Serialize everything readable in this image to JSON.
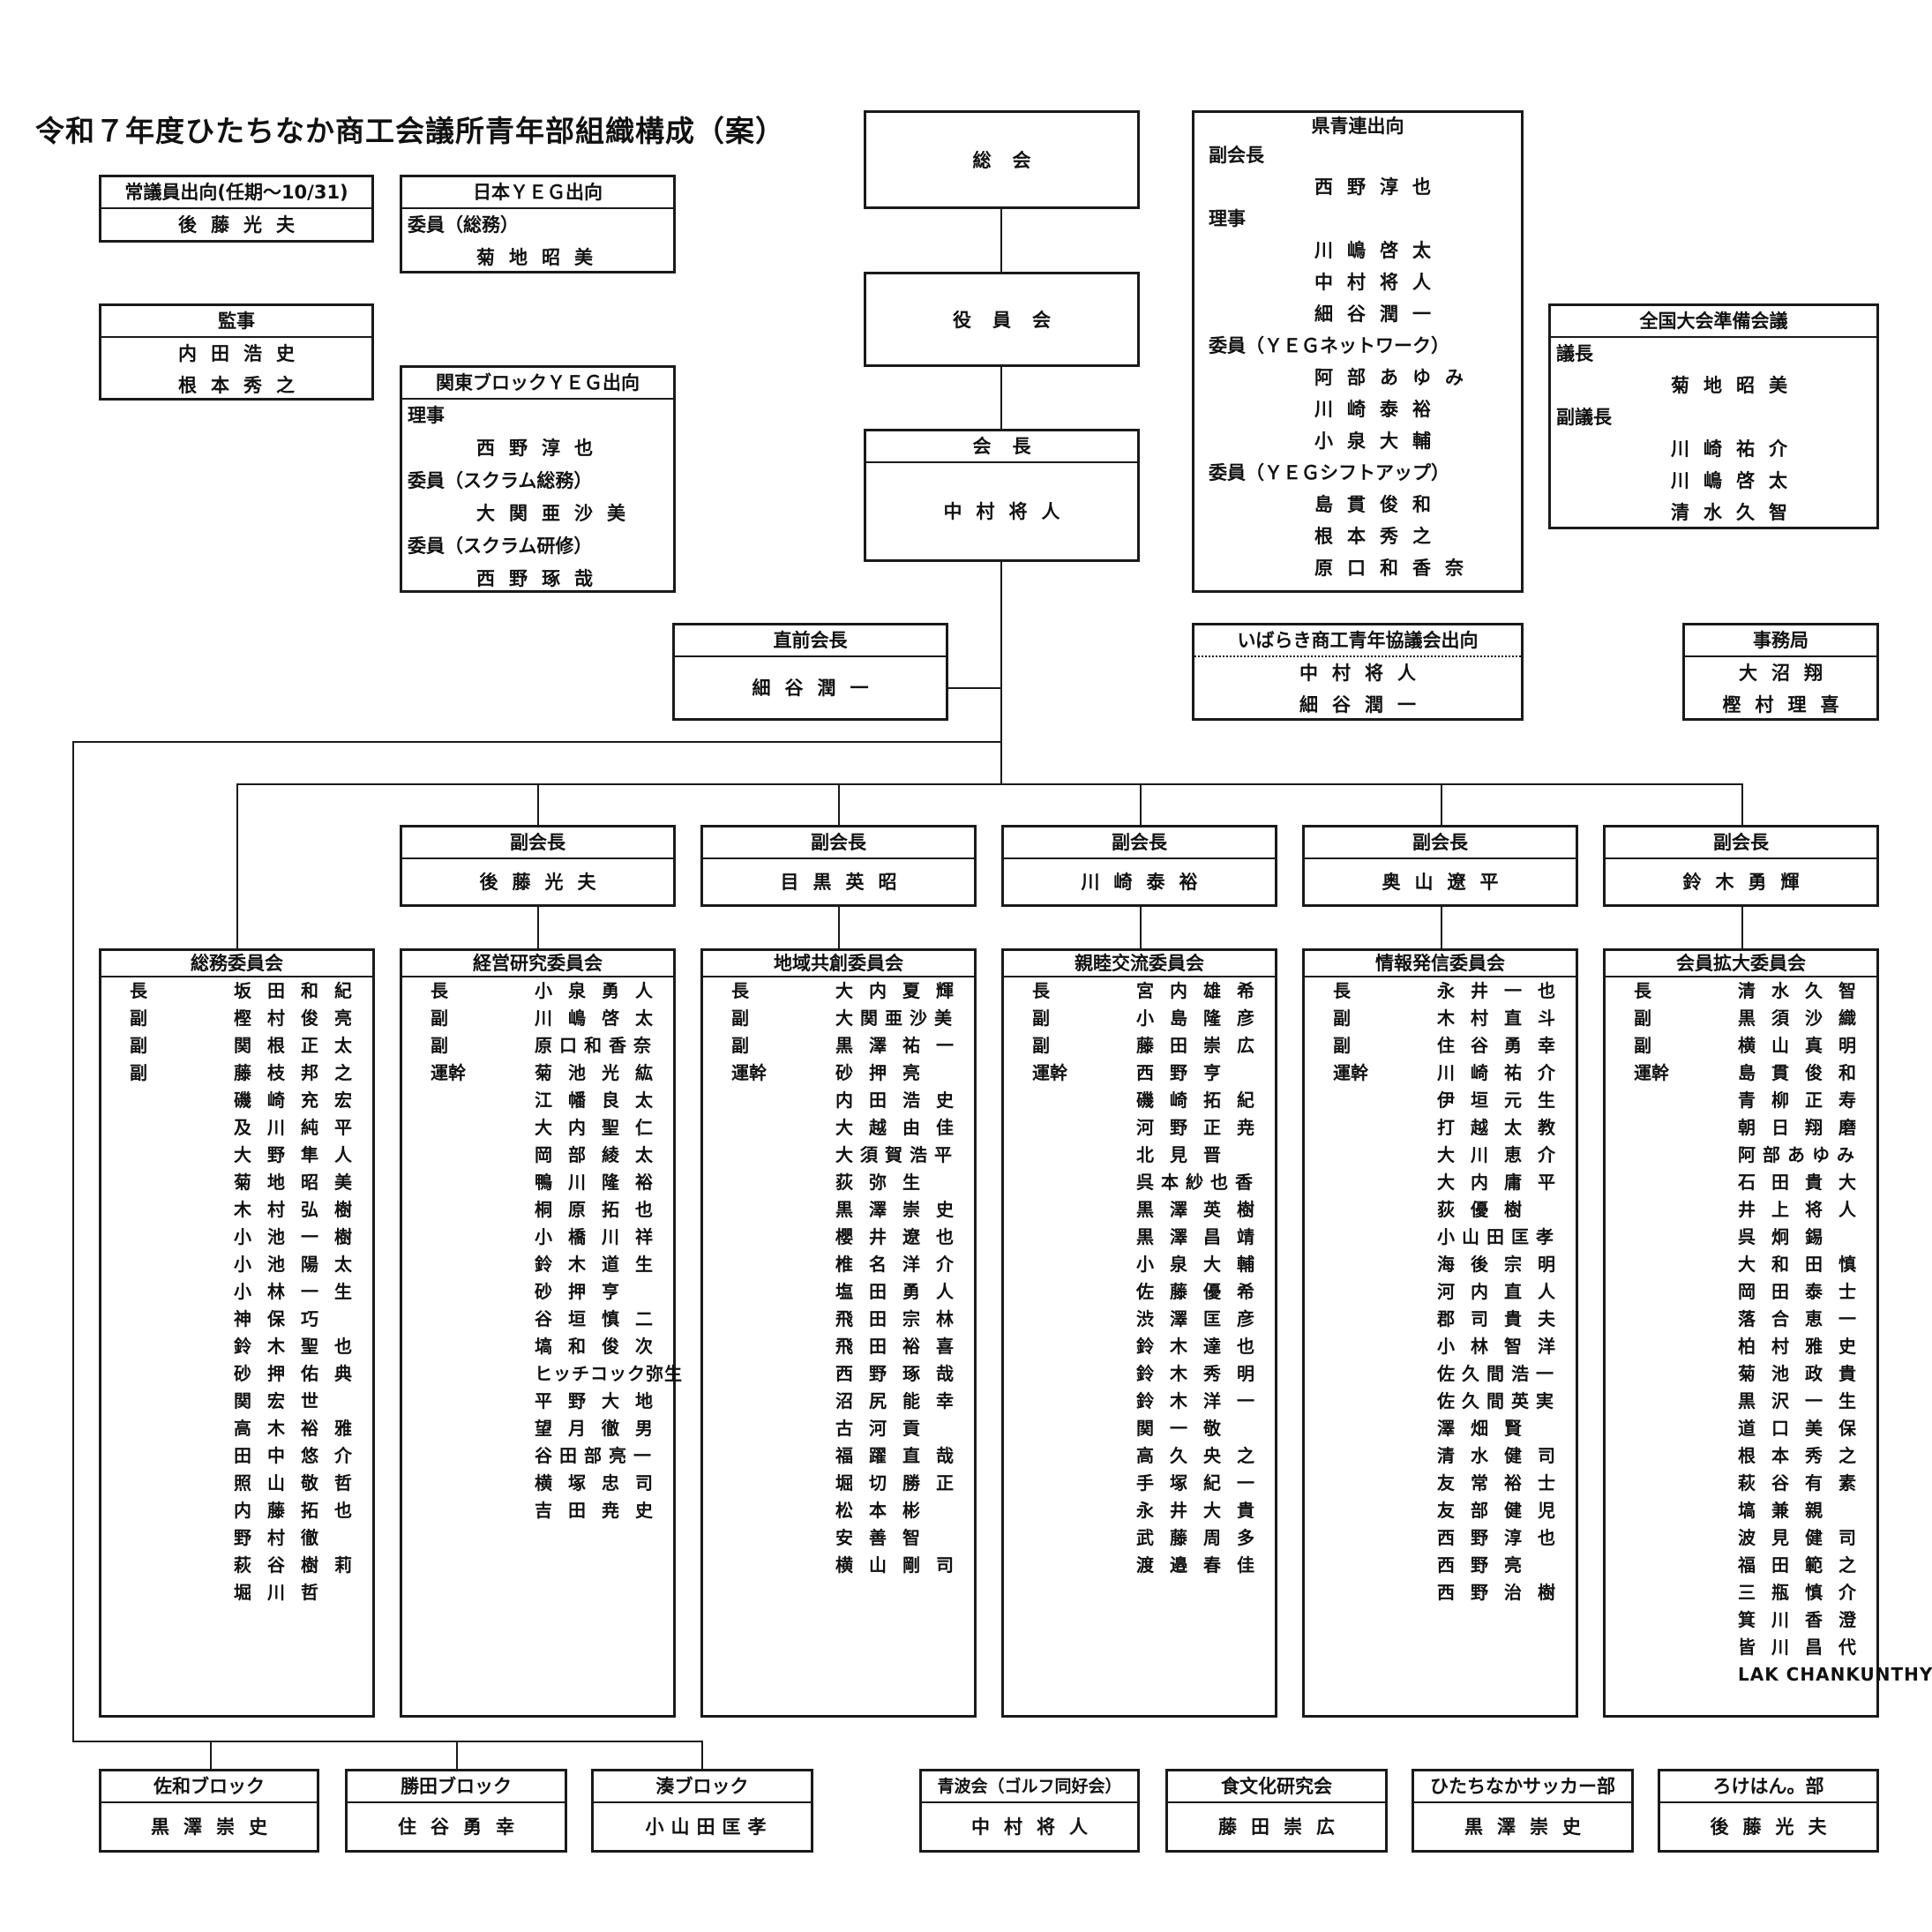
{
  "title": "令和７年度ひたちなか商工会議所青年部組織構成（案）",
  "jouginin": {
    "header": "常議員出向(任期～10/31)",
    "name": "後藤光夫"
  },
  "nihon_yeg": {
    "header": "日本ＹＥＧ出向",
    "role": "委員（総務）",
    "name": "菊地昭美"
  },
  "kanji": {
    "header": "監事",
    "names": [
      "内田浩史",
      "根本秀之"
    ]
  },
  "kanto": {
    "header": "関東ブロックＹＥＧ出向",
    "lines": [
      {
        "role": "理事",
        "name": ""
      },
      {
        "role": "",
        "name": "西野淳也"
      },
      {
        "role": "委員（スクラム総務）",
        "name": ""
      },
      {
        "role": "",
        "name": "大関亜沙美"
      },
      {
        "role": "委員（スクラム研修）",
        "name": ""
      },
      {
        "role": "",
        "name": "西野琢哉"
      }
    ]
  },
  "soukai": "総会",
  "yakuinkai": "役員会",
  "kaicho": {
    "header": "会長",
    "name": "中村将人"
  },
  "kenseiren": {
    "header": "県青連出向",
    "lines": [
      {
        "role": "副会長",
        "name": ""
      },
      {
        "role": "",
        "name": "西野淳也"
      },
      {
        "role": "理事",
        "name": ""
      },
      {
        "role": "",
        "name": "川嶋啓太"
      },
      {
        "role": "",
        "name": "中村将人"
      },
      {
        "role": "",
        "name": "細谷潤一"
      },
      {
        "role": "委員（ＹＥＧネットワーク）",
        "name": ""
      },
      {
        "role": "",
        "name": "阿部あゆみ"
      },
      {
        "role": "",
        "name": "川崎泰裕"
      },
      {
        "role": "",
        "name": "小泉大輔"
      },
      {
        "role": "委員（ＹＥＧシフトアップ）",
        "name": ""
      },
      {
        "role": "",
        "name": "島貫俊和"
      },
      {
        "role": "",
        "name": "根本秀之"
      },
      {
        "role": "",
        "name": "原口和香奈"
      }
    ]
  },
  "zenkoku": {
    "header": "全国大会準備会議",
    "lines": [
      {
        "role": "議長",
        "name": ""
      },
      {
        "role": "",
        "name": "菊地昭美"
      },
      {
        "role": "副議長",
        "name": ""
      },
      {
        "role": "",
        "name": "川崎祐介"
      },
      {
        "role": "",
        "name": "川嶋啓太"
      },
      {
        "role": "",
        "name": "清水久智"
      }
    ]
  },
  "chokuzen": {
    "header": "直前会長",
    "name": "細谷潤一"
  },
  "ibaraki": {
    "header": "いばらき商工青年協議会出向",
    "names": [
      "中村将人",
      "細谷潤一"
    ]
  },
  "jimukyoku": {
    "header": "事務局",
    "names": [
      "大沼翔",
      "樫村理喜"
    ]
  },
  "vice_presidents": [
    {
      "header": "副会長",
      "name": "後藤光夫"
    },
    {
      "header": "副会長",
      "name": "目黒英昭"
    },
    {
      "header": "副会長",
      "name": "川崎泰裕"
    },
    {
      "header": "副会長",
      "name": "奥山遼平"
    },
    {
      "header": "副会長",
      "name": "鈴木勇輝"
    }
  ],
  "committees": [
    {
      "title": "総務委員会",
      "members": [
        {
          "role": "長",
          "name": "坂田和紀"
        },
        {
          "role": "副",
          "name": "樫村俊亮"
        },
        {
          "role": "副",
          "name": "関根正太"
        },
        {
          "role": "副",
          "name": "藤枝邦之"
        },
        {
          "role": "",
          "name": "磯崎充宏"
        },
        {
          "role": "",
          "name": "及川純平"
        },
        {
          "role": "",
          "name": "大野隼人"
        },
        {
          "role": "",
          "name": "菊地昭美"
        },
        {
          "role": "",
          "name": "木村弘樹"
        },
        {
          "role": "",
          "name": "小池一樹"
        },
        {
          "role": "",
          "name": "小池陽太"
        },
        {
          "role": "",
          "name": "小林一生"
        },
        {
          "role": "",
          "name": "神保巧"
        },
        {
          "role": "",
          "name": "鈴木聖也"
        },
        {
          "role": "",
          "name": "砂押佑典"
        },
        {
          "role": "",
          "name": "関宏世"
        },
        {
          "role": "",
          "name": "高木裕雅"
        },
        {
          "role": "",
          "name": "田中悠介"
        },
        {
          "role": "",
          "name": "照山敬哲"
        },
        {
          "role": "",
          "name": "内藤拓也"
        },
        {
          "role": "",
          "name": "野村徹"
        },
        {
          "role": "",
          "name": "萩谷樹莉"
        },
        {
          "role": "",
          "name": "堀川哲"
        }
      ]
    },
    {
      "title": "経営研究委員会",
      "members": [
        {
          "role": "長",
          "name": "小泉勇人"
        },
        {
          "role": "副",
          "name": "川嶋啓太"
        },
        {
          "role": "副",
          "name": "原口和香奈"
        },
        {
          "role": "運幹",
          "name": "菊池光紘"
        },
        {
          "role": "",
          "name": "江幡良太"
        },
        {
          "role": "",
          "name": "大内聖仁"
        },
        {
          "role": "",
          "name": "岡部綾太"
        },
        {
          "role": "",
          "name": "鴨川隆裕"
        },
        {
          "role": "",
          "name": "桐原拓也"
        },
        {
          "role": "",
          "name": "小橋川祥"
        },
        {
          "role": "",
          "name": "鈴木道生"
        },
        {
          "role": "",
          "name": "砂押亨"
        },
        {
          "role": "",
          "name": "谷垣慎二"
        },
        {
          "role": "",
          "name": "塙和俊次"
        },
        {
          "role": "",
          "name": "ヒッチコック弥生"
        },
        {
          "role": "",
          "name": "平野大地"
        },
        {
          "role": "",
          "name": "望月徹男"
        },
        {
          "role": "",
          "name": "谷田部亮一"
        },
        {
          "role": "",
          "name": "横塚忠司"
        },
        {
          "role": "",
          "name": "吉田尭史"
        }
      ]
    },
    {
      "title": "地域共創委員会",
      "members": [
        {
          "role": "長",
          "name": "大内夏輝"
        },
        {
          "role": "副",
          "name": "大関亜沙美"
        },
        {
          "role": "副",
          "name": "黒澤祐一"
        },
        {
          "role": "運幹",
          "name": "砂押亮"
        },
        {
          "role": "",
          "name": "内田浩史"
        },
        {
          "role": "",
          "name": "大越由佳"
        },
        {
          "role": "",
          "name": "大須賀浩平"
        },
        {
          "role": "",
          "name": "荻弥生"
        },
        {
          "role": "",
          "name": "黒澤崇史"
        },
        {
          "role": "",
          "name": "櫻井遼也"
        },
        {
          "role": "",
          "name": "椎名洋介"
        },
        {
          "role": "",
          "name": "塩田勇人"
        },
        {
          "role": "",
          "name": "飛田宗林"
        },
        {
          "role": "",
          "name": "飛田裕喜"
        },
        {
          "role": "",
          "name": "西野琢哉"
        },
        {
          "role": "",
          "name": "沼尻能幸"
        },
        {
          "role": "",
          "name": "古河貢"
        },
        {
          "role": "",
          "name": "福躍直哉"
        },
        {
          "role": "",
          "name": "堀切勝正"
        },
        {
          "role": "",
          "name": "松本彬"
        },
        {
          "role": "",
          "name": "安善智"
        },
        {
          "role": "",
          "name": "横山剛司"
        }
      ]
    },
    {
      "title": "親睦交流委員会",
      "members": [
        {
          "role": "長",
          "name": "宮内雄希"
        },
        {
          "role": "副",
          "name": "小島隆彦"
        },
        {
          "role": "副",
          "name": "藤田崇広"
        },
        {
          "role": "運幹",
          "name": "西野亨"
        },
        {
          "role": "",
          "name": "磯崎拓紀"
        },
        {
          "role": "",
          "name": "河野正尭"
        },
        {
          "role": "",
          "name": "北見晋"
        },
        {
          "role": "",
          "name": "呉本紗也香"
        },
        {
          "role": "",
          "name": "黒澤英樹"
        },
        {
          "role": "",
          "name": "黒澤昌靖"
        },
        {
          "role": "",
          "name": "小泉大輔"
        },
        {
          "role": "",
          "name": "佐藤優希"
        },
        {
          "role": "",
          "name": "渋澤匡彦"
        },
        {
          "role": "",
          "name": "鈴木達也"
        },
        {
          "role": "",
          "name": "鈴木秀明"
        },
        {
          "role": "",
          "name": "鈴木洋一"
        },
        {
          "role": "",
          "name": "関一敬"
        },
        {
          "role": "",
          "name": "高久央之"
        },
        {
          "role": "",
          "name": "手塚紀一"
        },
        {
          "role": "",
          "name": "永井大貴"
        },
        {
          "role": "",
          "name": "武藤周多"
        },
        {
          "role": "",
          "name": "渡邉春佳"
        }
      ]
    },
    {
      "title": "情報発信委員会",
      "members": [
        {
          "role": "長",
          "name": "永井一也"
        },
        {
          "role": "副",
          "name": "木村直斗"
        },
        {
          "role": "副",
          "name": "住谷勇幸"
        },
        {
          "role": "運幹",
          "name": "川崎祐介"
        },
        {
          "role": "",
          "name": "伊垣元生"
        },
        {
          "role": "",
          "name": "打越太教"
        },
        {
          "role": "",
          "name": "大川恵介"
        },
        {
          "role": "",
          "name": "大内庸平"
        },
        {
          "role": "",
          "name": "荻優樹"
        },
        {
          "role": "",
          "name": "小山田匡孝"
        },
        {
          "role": "",
          "name": "海後宗明"
        },
        {
          "role": "",
          "name": "河内直人"
        },
        {
          "role": "",
          "name": "郡司貴夫"
        },
        {
          "role": "",
          "name": "小林智洋"
        },
        {
          "role": "",
          "name": "佐久間浩一"
        },
        {
          "role": "",
          "name": "佐久間英実"
        },
        {
          "role": "",
          "name": "澤畑賢"
        },
        {
          "role": "",
          "name": "清水健司"
        },
        {
          "role": "",
          "name": "友常裕士"
        },
        {
          "role": "",
          "name": "友部健児"
        },
        {
          "role": "",
          "name": "西野淳也"
        },
        {
          "role": "",
          "name": "西野亮"
        },
        {
          "role": "",
          "name": "西野治樹"
        }
      ]
    },
    {
      "title": "会員拡大委員会",
      "members": [
        {
          "role": "長",
          "name": "清水久智"
        },
        {
          "role": "副",
          "name": "黒須沙織"
        },
        {
          "role": "副",
          "name": "横山真明"
        },
        {
          "role": "運幹",
          "name": "島貫俊和"
        },
        {
          "role": "",
          "name": "青柳正寿"
        },
        {
          "role": "",
          "name": "朝日翔磨"
        },
        {
          "role": "",
          "name": "阿部あゆみ"
        },
        {
          "role": "",
          "name": "石田貴大"
        },
        {
          "role": "",
          "name": "井上将人"
        },
        {
          "role": "",
          "name": "呉炯錫"
        },
        {
          "role": "",
          "name": "大和田慎"
        },
        {
          "role": "",
          "name": "岡田泰士"
        },
        {
          "role": "",
          "name": "落合恵一"
        },
        {
          "role": "",
          "name": "柏村雅史"
        },
        {
          "role": "",
          "name": "菊池政貴"
        },
        {
          "role": "",
          "name": "黒沢一生"
        },
        {
          "role": "",
          "name": "道口美保"
        },
        {
          "role": "",
          "name": "根本秀之"
        },
        {
          "role": "",
          "name": "萩谷有素"
        },
        {
          "role": "",
          "name": "塙兼親"
        },
        {
          "role": "",
          "name": "波見健司"
        },
        {
          "role": "",
          "name": "福田範之"
        },
        {
          "role": "",
          "name": "三瓶慎介"
        },
        {
          "role": "",
          "name": "箕川香澄"
        },
        {
          "role": "",
          "name": "皆川昌代"
        },
        {
          "role": "",
          "name": "LAK CHANKUNTHY"
        }
      ]
    }
  ],
  "bottom_blocks": [
    {
      "header": "佐和ブロック",
      "name": "黒澤崇史"
    },
    {
      "header": "勝田ブロック",
      "name": "住谷勇幸"
    },
    {
      "header": "湊ブロック",
      "name": "小山田匡孝"
    },
    {
      "header": "青波会（ゴルフ同好会）",
      "name": "中村将人"
    },
    {
      "header": "食文化研究会",
      "name": "藤田崇広"
    },
    {
      "header": "ひたちなかサッカー部",
      "name": "黒澤崇史"
    },
    {
      "header": "ろけはん。部",
      "name": "後藤光夫"
    }
  ]
}
